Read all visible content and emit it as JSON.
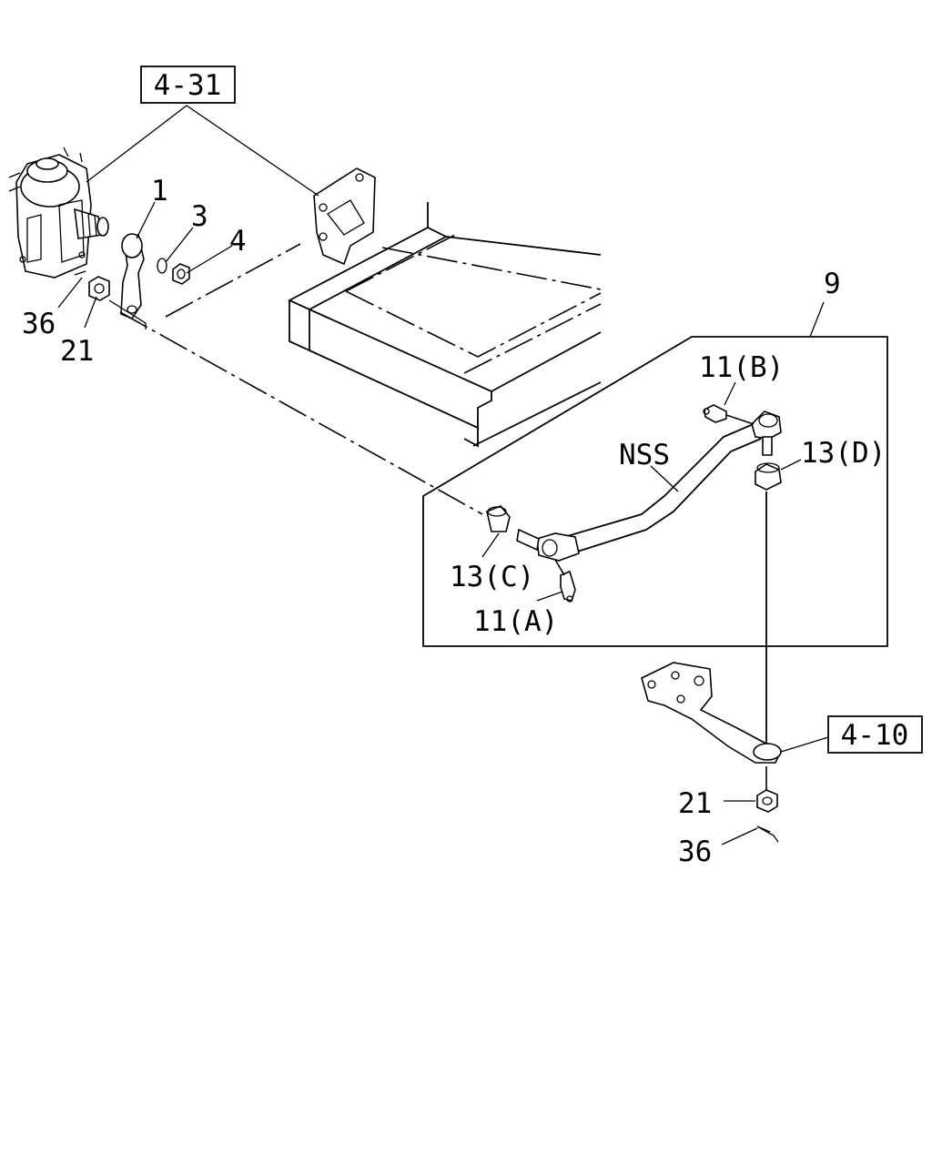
{
  "refs": {
    "ref_4_31": "4-31",
    "ref_4_10": "4-10"
  },
  "callouts": {
    "c_1": "1",
    "c_3": "3",
    "c_4": "4",
    "c_36_top": "36",
    "c_21_top": "21",
    "c_9": "9",
    "c_11b": "11(B)",
    "c_nss": "NSS",
    "c_13d": "13(D)",
    "c_13c": "13(C)",
    "c_11a": "11(A)",
    "c_21_bot": "21",
    "c_36_bot": "36"
  }
}
